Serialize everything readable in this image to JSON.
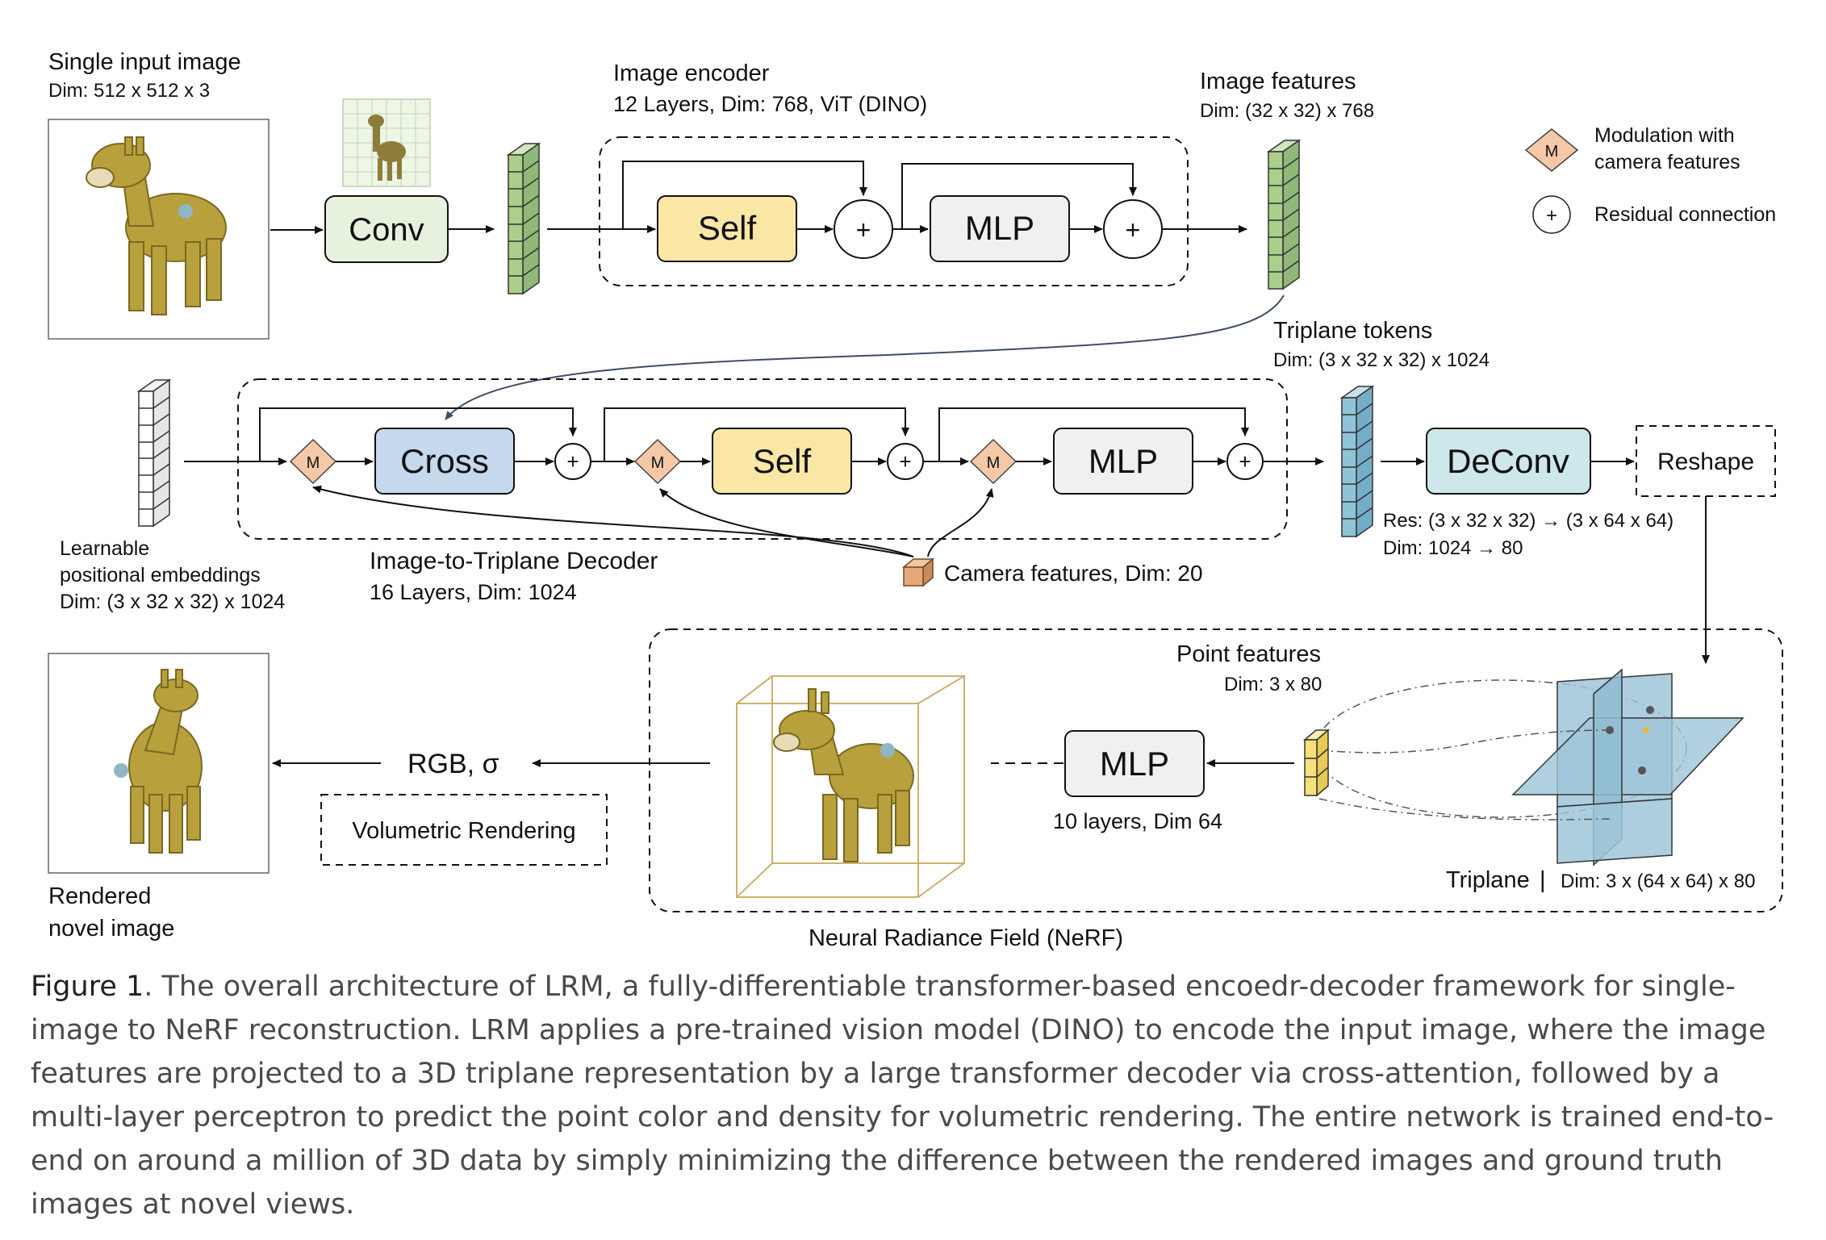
{
  "colors": {
    "self_fill": "#fbe7a5",
    "cross_fill": "#c6d8ee",
    "conv_fill": "#e7f2de",
    "mlp_fill": "#f0f0f0",
    "deconv_fill": "#cde7ea",
    "modulation_fill": "#f5c8a8",
    "image_feature_fill": "#a9cf8a",
    "triplane_token_fill": "#8fc3d8",
    "positional_embedding_fill": "#ffffff",
    "point_feature_fill": "#f7df7a",
    "triplane_plane_fill": "#9fc6d8",
    "nerf_box_stroke": "#c9a95a"
  },
  "icons": {
    "modulation": "diamond-m-icon",
    "residual": "circle-plus-icon",
    "camera": "cube-icon",
    "input_image": "giraffe-toy-image",
    "rendered_image": "giraffe-toy-image"
  },
  "input": {
    "title": "Single input image",
    "dim": "Dim: 512 x 512 x 3"
  },
  "conv": {
    "label": "Conv"
  },
  "encoder": {
    "title": "Image encoder",
    "subtitle": "12 Layers, Dim: 768, ViT (DINO)",
    "self_label": "Self",
    "mlp_label": "MLP",
    "plus": "+"
  },
  "image_features": {
    "title": "Image features",
    "dim": "Dim: (32 x 32) x 768"
  },
  "legend": {
    "modulation_symbol": "M",
    "modulation_line1": "Modulation with",
    "modulation_line2": "camera features",
    "residual_symbol": "+",
    "residual_label": "Residual connection"
  },
  "positional": {
    "line1": "Learnable",
    "line2": "positional embeddings",
    "line3": "Dim: (3 x 32 x 32) x 1024"
  },
  "decoder": {
    "cross_label": "Cross",
    "self_label": "Self",
    "mlp_label": "MLP",
    "modulation_symbol": "M",
    "plus": "+",
    "title": "Image-to-Triplane Decoder",
    "subtitle": "16 Layers, Dim: 1024"
  },
  "camera": {
    "label": "Camera features, Dim: 20"
  },
  "triplane_tokens": {
    "title": "Triplane  tokens",
    "dim": "Dim: (3 x 32 x 32) x 1024"
  },
  "deconv": {
    "label": "DeConv",
    "res": "Res: (3 x 32 x 32) → (3 x 64 x 64)",
    "dim": "Dim: 1024 → 80"
  },
  "reshape": {
    "label": "Reshape"
  },
  "nerf": {
    "title": "Neural Radiance Field (NeRF)",
    "point_features_title": "Point features",
    "point_features_dim": "Dim: 3 x 80",
    "mlp_label": "MLP",
    "mlp_sub": "10 layers, Dim 64",
    "triplane_label": "Triplane",
    "triplane_sep": "|",
    "triplane_dim": "Dim: 3 x (64 x 64) x 80"
  },
  "output": {
    "rgb_label": "RGB, σ",
    "volumetric": "Volumetric Rendering",
    "rendered_line1": "Rendered",
    "rendered_line2": "novel image"
  },
  "caption": {
    "label": "Figure 1",
    "text": ". The overall architecture of LRM, a fully-differentiable transformer-based encoedr-decoder framework for single-image to NeRF reconstruction. LRM applies a pre-trained vision model (DINO) to encode the input image, where the image features are projected to a 3D triplane representation by a large transformer decoder via cross-attention, followed by a multi-layer perceptron to predict the point color and density for volumetric rendering. The entire network is trained end-to-end on around a million of 3D data by simply minimizing the difference between the rendered images and ground truth images at novel views."
  }
}
